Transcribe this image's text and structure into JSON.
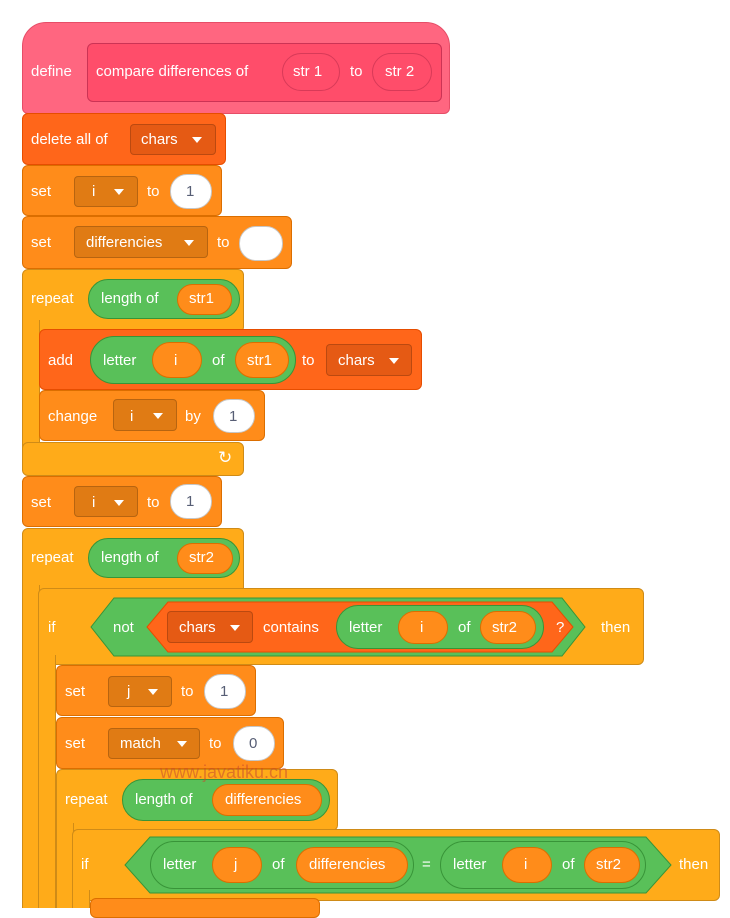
{
  "define": {
    "keyword": "define",
    "name": "compare differences of",
    "param1": "str 1",
    "to": "to",
    "param2": "str 2"
  },
  "delete_all": {
    "label": "delete all of",
    "list": "chars"
  },
  "set_i_1": {
    "set": "set",
    "var": "i",
    "to": "to",
    "value": "1"
  },
  "set_diff": {
    "set": "set",
    "var": "differencies",
    "to": "to",
    "value": ""
  },
  "repeat1": {
    "label": "repeat",
    "length_of": "length of",
    "arg": "str1"
  },
  "add_letter": {
    "add": "add",
    "letter": "letter",
    "i": "i",
    "of": "of",
    "str": "str1",
    "to": "to",
    "list": "chars"
  },
  "change_i": {
    "change": "change",
    "var": "i",
    "by": "by",
    "value": "1"
  },
  "loop_icon": "↻",
  "set_i_2": {
    "set": "set",
    "var": "i",
    "to": "to",
    "value": "1"
  },
  "repeat2": {
    "label": "repeat",
    "length_of": "length of",
    "arg": "str2"
  },
  "if1": {
    "if": "if",
    "not": "not",
    "list": "chars",
    "contains": "contains",
    "letter": "letter",
    "i": "i",
    "of": "of",
    "str": "str2",
    "q": "?",
    "then": "then"
  },
  "set_j": {
    "set": "set",
    "var": "j",
    "to": "to",
    "value": "1"
  },
  "set_match": {
    "set": "set",
    "var": "match",
    "to": "to",
    "value": "0"
  },
  "repeat3": {
    "label": "repeat",
    "length_of": "length of",
    "arg": "differencies"
  },
  "if2": {
    "if": "if",
    "letter1": "letter",
    "j": "j",
    "of1": "of",
    "diff": "differencies",
    "eq": "=",
    "letter2": "letter",
    "i": "i",
    "of2": "of",
    "str": "str2",
    "then": "then"
  },
  "watermark": "www.javatiku.cn",
  "colors": {
    "hat": "#ff6680",
    "variables": "#ff8c1a",
    "lists": "#ff661a",
    "control": "#ffab19",
    "operators": "#59c059"
  }
}
